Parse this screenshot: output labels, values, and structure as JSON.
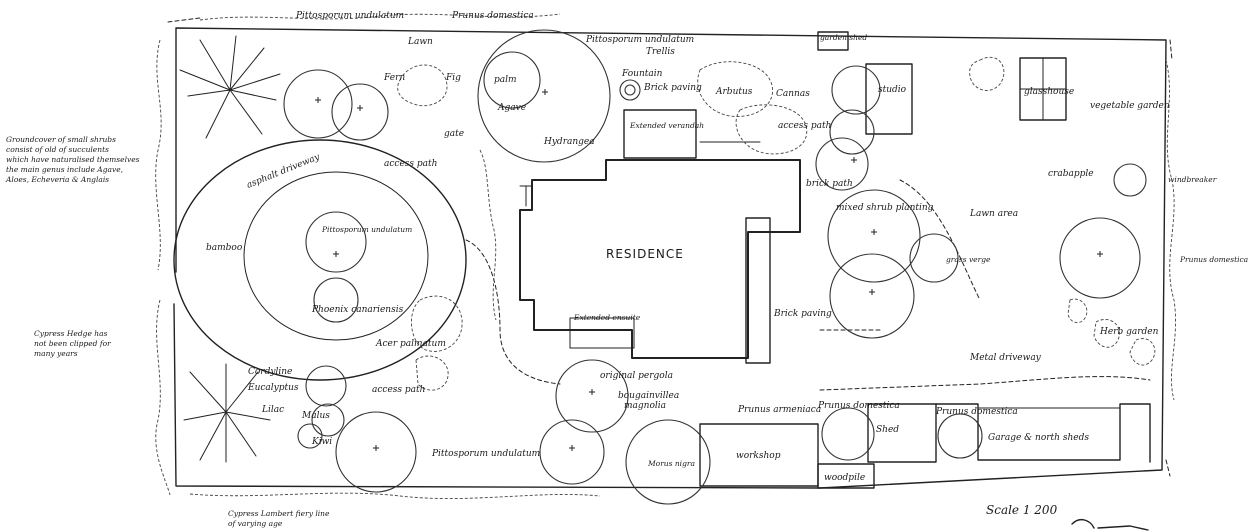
{
  "plan": {
    "residence": "RESIDENCE",
    "scale": "Scale 1 200",
    "notes": {
      "groundcover": [
        "Groundcover of small shrubs",
        "consist of old of succulents",
        "which have naturalised themselves",
        "the main genus include Agave,",
        "Aloes, Echeveria & Anglais"
      ],
      "cypress": [
        "Cypress Hedge has",
        "not been clipped for",
        "many years"
      ],
      "boundary": [
        "Cypress Lambert fiery line",
        "of varying age"
      ]
    },
    "labels": {
      "pittosporum_top": "Pittosporum undulatum",
      "prunus_top": "Prunus domestica",
      "pittosporum_right": "Pittosporum undulatum",
      "trellis": "Trellis",
      "lawn": "Lawn",
      "fern": "Fern",
      "fig": "Fig",
      "palm": "palm",
      "agave": "Agave",
      "brick_paving_1": "Brick paving",
      "fountain": "Fountain",
      "arbutus": "Arbutus",
      "cannas": "Cannas",
      "garden_shed": "garden shed",
      "studio": "studio",
      "glasshouse": "glasshouse",
      "vegetable_garden": "vegetable garden",
      "extended_verandah": "Extended verandah",
      "hydrangea": "Hydrangea",
      "gate": "gate",
      "access_path_1": "access path",
      "asphalt_driveway": "asphalt driveway",
      "bamboo": "bamboo",
      "access_path_2": "access path",
      "brick_path": "brick path",
      "mixed_shrub": "mixed shrub planting",
      "crabapple": "crabapple",
      "windbreaker": "windbreaker",
      "lawn_area": "Lawn area",
      "pittosporum_centre": "Pittosporum undulatum",
      "grass_verge": "grass verge",
      "prunus_right": "Prunus domestica",
      "phoenix": "Phoenix canariensis",
      "acer": "Acer palmatum",
      "extended_ensuite": "Extended ensuite",
      "brick_paving_2": "Brick paving",
      "herb_garden": "Herb garden",
      "metal_driveway": "Metal driveway",
      "access_path_3": "access path",
      "original_pergola": "original pergola",
      "bougainvillea": "bougainvillea",
      "magnolia": "magnolia",
      "cordyline": "Cordyline",
      "eucalyptus": "Eucalyptus",
      "lilac": "Lilac",
      "kiwi": "Kiwi",
      "malus": "Malus",
      "prunus_armeniaca": "Prunus armeniaca",
      "prunus_domestica_2": "Prunus domestica",
      "shed": "Shed",
      "prunus_domestica_3": "Prunus domestica",
      "garage": "Garage & north sheds",
      "pittosporum_bottom": "Pittosporum undulatum",
      "morus": "Morus nigra",
      "workshop": "workshop",
      "woodpile": "woodpile"
    }
  }
}
